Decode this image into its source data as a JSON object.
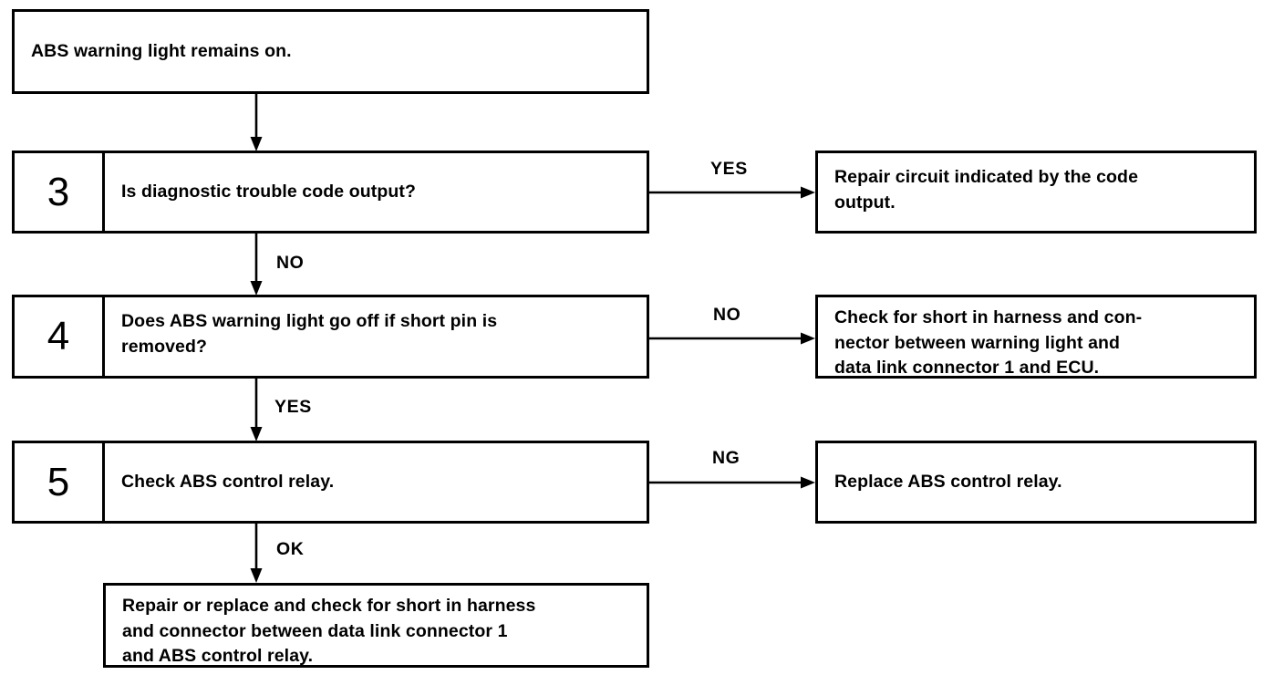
{
  "diagram": {
    "title": "ABS warning light remains on troubleshooting chart",
    "line_color": "#000000",
    "background_color": "#ffffff"
  },
  "nodes": {
    "start": {
      "text": "ABS warning light remains on."
    },
    "step3": {
      "number": "3",
      "text": "Is diagnostic trouble code output?"
    },
    "step3_result": {
      "text": "Repair circuit indicated by the code\noutput."
    },
    "step4": {
      "number": "4",
      "text": "Does ABS warning light go off if short pin is\nremoved?"
    },
    "step4_result": {
      "text": "Check for short in harness and con-\nnector between warning light and\ndata link connector 1 and ECU."
    },
    "step5": {
      "number": "5",
      "text": "Check ABS control relay."
    },
    "step5_result": {
      "text": "Replace ABS control relay."
    },
    "final": {
      "text": "Repair or replace and check for short in harness\nand connector between data link connector 1\nand ABS control relay."
    }
  },
  "edges": {
    "start_to_step3": {
      "label": ""
    },
    "step3_yes": {
      "label": "YES"
    },
    "step3_no": {
      "label": "NO"
    },
    "step4_no": {
      "label": "NO"
    },
    "step4_yes": {
      "label": "YES"
    },
    "step5_ng": {
      "label": "NG"
    },
    "step5_ok": {
      "label": "OK"
    }
  }
}
